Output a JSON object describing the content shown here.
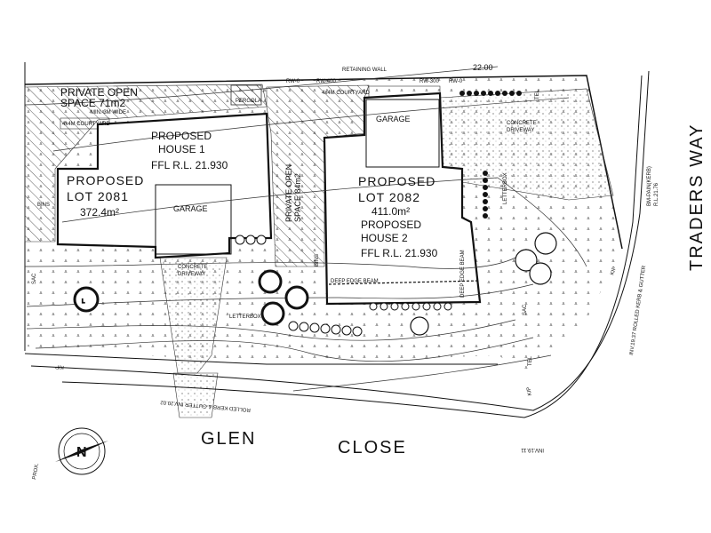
{
  "lots": [
    {
      "lot_label": "PROPOSED\nLOT  2081",
      "area": "372.4m²",
      "house_label": "PROPOSED\nHOUSE 1",
      "ffl": "FFL  R.L. 21.930",
      "garage": "GARAGE",
      "driveway": "CONCRETE\nDRIVEWAY",
      "private_open_space": "PRIVATE OPEN\nSPACE 71m2",
      "pos_note": "MIN. 3M WIDE",
      "courtyard": "4x4M COURTYARD",
      "letterbox": "LETTERBOX",
      "bins": "BINS"
    },
    {
      "lot_label": "PROPOSED\nLOT  2082",
      "area": "411.0m²",
      "house_label": "PROPOSED\nHOUSE 2",
      "ffl": "FFL  R.L. 21.930",
      "garage": "GARAGE",
      "driveway": "CONCRETE\nDRIVEWAY",
      "private_open_space": "PRIVATE OPEN\nSPACE 84m2",
      "courtyard": "4x4M COURTYARD",
      "letterbox": "LETTERBOX",
      "bins": "BINS"
    }
  ],
  "labels": {
    "retaining_wall": "RETAINING WALL",
    "deep_edge_beam": "DEEP EDGE BEAM",
    "contour_22": "22.00",
    "rw0": "RW-0",
    "rw400": "RW-400",
    "rw300": "RW-300",
    "rw00": "RW-0",
    "pergola": "PERGOLA",
    "kip": "KIP",
    "sac": "SAC",
    "tel": "TEL",
    "inv_glen": "ROLLED KERB & GUTTER  INV.20.02",
    "inv_traders": "INV.19.37  ROLLED KERB & GUTTER",
    "inv_1911": "INV.19.11",
    "bm": "BM-PAIN(KERB)\nR.L.21.76",
    "north": "N",
    "prox": "PROX."
  },
  "streets": {
    "glen_1": "GLEN",
    "glen_2": "CLOSE",
    "traders": "TRADERS WAY"
  }
}
